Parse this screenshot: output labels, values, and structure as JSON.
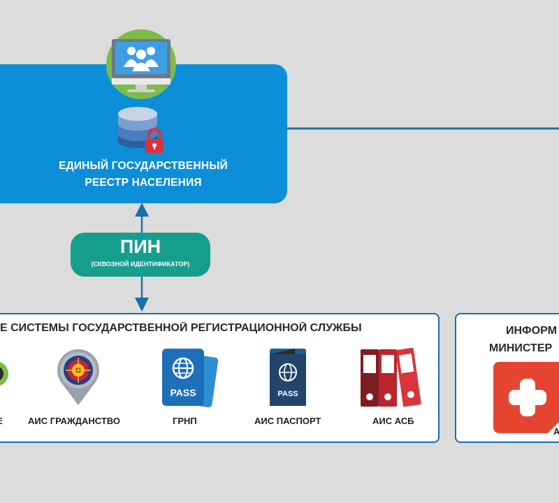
{
  "registry": {
    "title_line1": "ЕДИНЫЙ ГОСУДАРСТВЕННЫЙ",
    "title_line2": "РЕЕСТР НАСЕЛЕНИЯ"
  },
  "pin": {
    "title": "ПИН",
    "subtitle": "(СКВОЗНОЙ ИДЕНТИФИКАТОР)"
  },
  "systems_panel": {
    "title": "Е СИСТЕМЫ ГОСУДАРСТВЕННОЙ РЕГИСТРАЦИОННОЙ СЛУЖБЫ",
    "partial_label": "Е",
    "items": [
      {
        "label": "АИС ГРАЖДАНСТВО",
        "icon": "map-pin-emblem-icon"
      },
      {
        "label": "ГРНП",
        "icon": "passport-pass-icon"
      },
      {
        "label": "АИС ПАСПОРТ",
        "icon": "passport-book-icon"
      },
      {
        "label": "АИС АСБ",
        "icon": "binders-icon"
      }
    ]
  },
  "ministry_panel": {
    "title_line1": "ИНФОРМ",
    "title_line2": "МИНИСТЕР",
    "sub_label": "А"
  },
  "colors": {
    "background": "#dcdcdc",
    "registry_blue": "#0d8ed8",
    "pin_teal": "#169e8c",
    "panel_border": "#1a6fa8",
    "connector": "#1a6fa8"
  }
}
